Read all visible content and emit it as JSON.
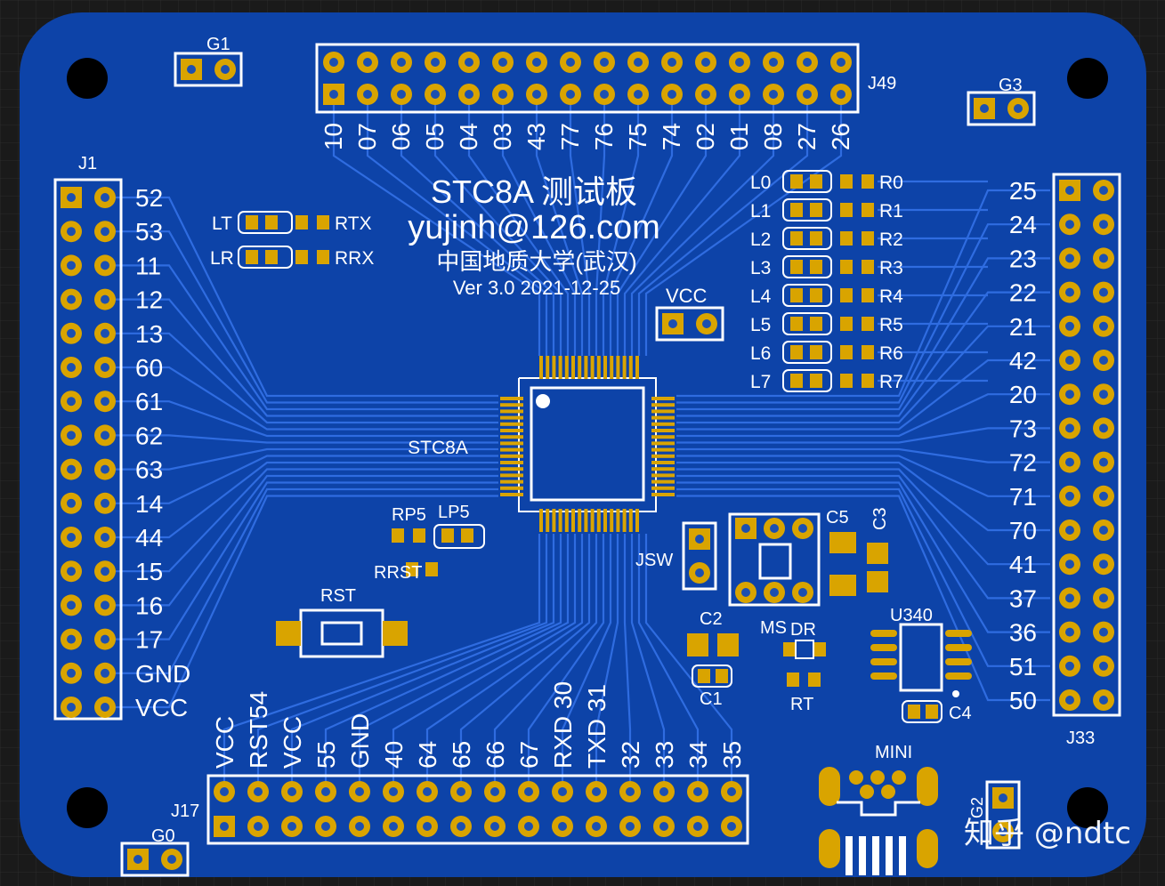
{
  "board": {
    "title": "STC8A 测试板",
    "email": "yujinh@126.com",
    "university": "中国地质大学(武汉)",
    "version": "Ver 3.0   2021-12-25",
    "chip": "STC8A"
  },
  "colors": {
    "background": "#1a1a1a",
    "board": "#0d43a8",
    "trace": "#2f6ce0",
    "pad": "#d9a400",
    "silk": "#ffffff"
  },
  "headers": {
    "J49": {
      "name": "J49",
      "labels": [
        "10",
        "07",
        "06",
        "05",
        "04",
        "03",
        "43",
        "77",
        "76",
        "75",
        "74",
        "02",
        "01",
        "08",
        "27",
        "26"
      ]
    },
    "J1": {
      "name": "J1",
      "labels": [
        "52",
        "53",
        "11",
        "12",
        "13",
        "60",
        "61",
        "62",
        "63",
        "14",
        "44",
        "15",
        "16",
        "17",
        "GND",
        "VCC"
      ]
    },
    "J33": {
      "name": "J33",
      "labels": [
        "25",
        "24",
        "23",
        "22",
        "21",
        "42",
        "20",
        "73",
        "72",
        "71",
        "70",
        "41",
        "37",
        "36",
        "51",
        "50"
      ]
    },
    "J17": {
      "name": "J17",
      "labels": [
        "VCC",
        "RST54",
        "VCC",
        "55",
        "GND",
        "40",
        "64",
        "65",
        "66",
        "67",
        "RXD 30",
        "TXD 31",
        "32",
        "33",
        "34",
        "35"
      ]
    }
  },
  "components": {
    "G1": "G1",
    "G3": "G3",
    "G0": "G0",
    "G2": "G2",
    "VCC": "VCC",
    "LT": "LT",
    "RTX": "RTX",
    "LR": "LR",
    "RRX": "RRX",
    "RP5": "RP5",
    "LP5": "LP5",
    "RRST": "RRST",
    "RST": "RST",
    "JSW": "JSW",
    "C1": "C1",
    "C2": "C2",
    "C3": "C3",
    "C4": "C4",
    "C5": "C5",
    "MS": "MS",
    "DR": "DR",
    "RT": "RT",
    "U340": "U340",
    "MINI": "MINI"
  },
  "leds": [
    "L0",
    "L1",
    "L2",
    "L3",
    "L4",
    "L5",
    "L6",
    "L7"
  ],
  "resistors": [
    "R0",
    "R1",
    "R2",
    "R3",
    "R4",
    "R5",
    "R6",
    "R7"
  ],
  "watermark": "知乎 @ndtc"
}
